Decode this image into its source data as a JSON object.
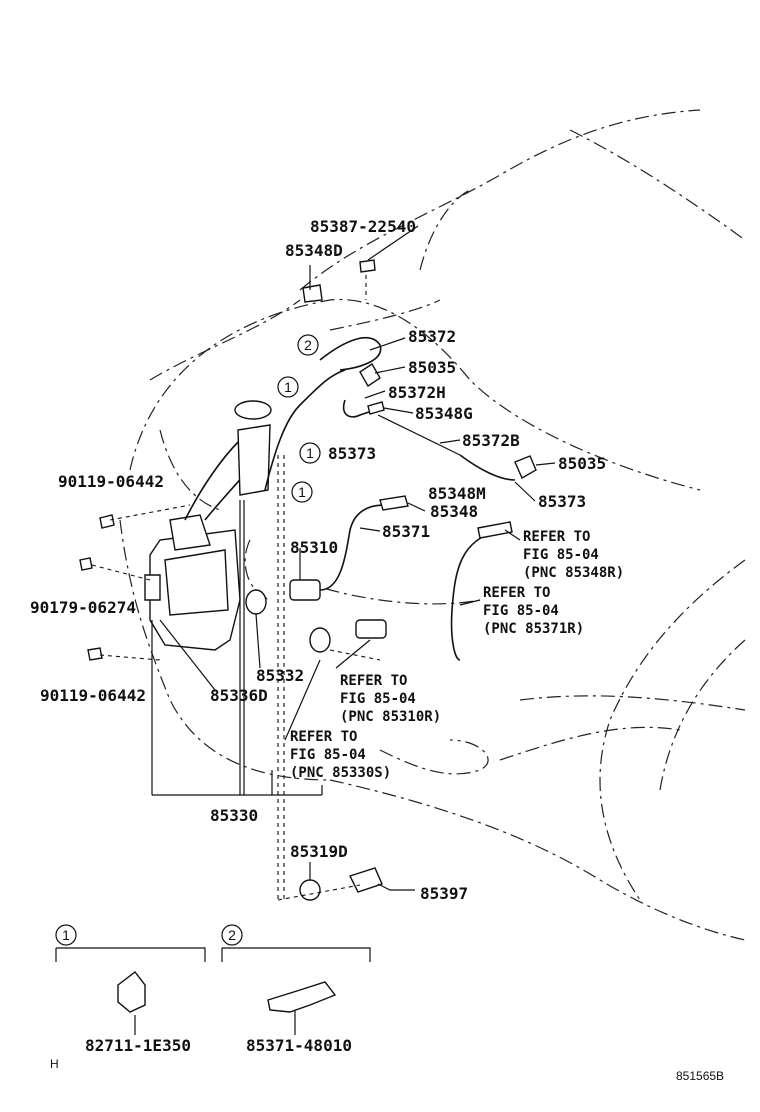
{
  "labels": {
    "p85387": "85387-22540",
    "p85348d": "85348D",
    "p85372": "85372",
    "p85035a": "85035",
    "p85372h": "85372H",
    "p85348g": "85348G",
    "p85372b": "85372B",
    "p85373a": "85373",
    "p85035b": "85035",
    "p85348m": "85348M",
    "p85373b": "85373",
    "p85348": "85348",
    "p85371": "85371",
    "p85310": "85310",
    "p90119a": "90119-06442",
    "p90179": "90179-06274",
    "p90119b": "90119-06442",
    "p85332": "85332",
    "p85336d": "85336D",
    "p85330": "85330",
    "p85319d": "85319D",
    "p85397": "85397",
    "p82711": "82711-1E350",
    "p85371_48010": "85371-48010"
  },
  "refs": {
    "r1": [
      "REFER TO",
      "FIG 85-04",
      "(PNC 85348R)"
    ],
    "r2": [
      "REFER TO",
      "FIG 85-04",
      "(PNC 85371R)"
    ],
    "r3": [
      "REFER TO",
      "FIG 85-04",
      "(PNC 85310R)"
    ],
    "r4": [
      "REFER TO",
      "FIG 85-04",
      "(PNC 85330S)"
    ]
  },
  "circles": {
    "one": "1",
    "two": "2"
  },
  "footer": {
    "corner_mark": "H",
    "figure_id": "851565B"
  }
}
